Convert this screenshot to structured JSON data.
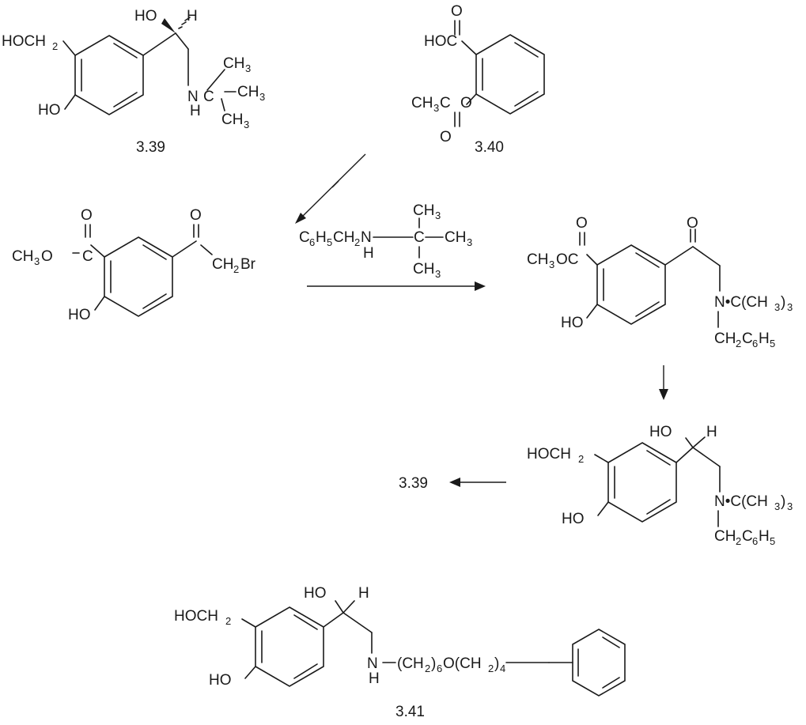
{
  "compounds": {
    "c339": {
      "id": "3.39",
      "labels": {
        "hoch2_left": "HOCH",
        "hoch2_sub": "2",
        "ho_ring": "HO",
        "ho_side": "HO",
        "h_stereo": "H",
        "nh_n": "N",
        "nh_h": "H",
        "c_quat": "C",
        "ch3_a": "CH",
        "ch3_b": "CH",
        "ch3_c": "CH",
        "sub3": "3"
      }
    },
    "c340": {
      "id": "3.40",
      "labels": {
        "o_top": "O",
        "hoc": "HOC",
        "o_ester": "O",
        "ch3c": "CH",
        "ch3c_c": "C",
        "o_bottom": "O",
        "sub3": "3"
      }
    },
    "bromoketone": {
      "labels": {
        "o_ester": "O",
        "o_ketone": "O",
        "ch3o": "CH",
        "ch3o_o": "O",
        "c_ester": "C",
        "ch2br": "CH",
        "ch2br_br": "Br",
        "ho": "HO",
        "sub3": "3",
        "sub2": "2"
      }
    },
    "amine_reagent": {
      "labels": {
        "c6h5": "C",
        "c6h5_h": "H",
        "ch2n": "CH",
        "n": "N",
        "h": "H",
        "c": "C",
        "ch3_top": "CH",
        "ch3_right": "CH",
        "ch3_bottom": "CH",
        "sub6": "6",
        "sub5": "5",
        "sub2": "2",
        "sub3": "3"
      }
    },
    "aminoketone": {
      "labels": {
        "o_ester": "O",
        "o_ketone": "O",
        "ch3oc": "CH",
        "ch3oc_oc": "OC",
        "ho": "HO",
        "n_dot": "N•C(CH",
        "close": ")",
        "ch2c6h5": "CH",
        "c6": "C",
        "h5": "H",
        "sub3": "3",
        "sub2": "2",
        "sub6": "6",
        "sub5": "5"
      }
    },
    "aminoalcohol": {
      "labels": {
        "ho_side": "HO",
        "h": "H",
        "hoch2": "HOCH",
        "ho_ring": "HO",
        "n_dot": "N•C(CH",
        "close": ")",
        "ch2c6h5": "CH",
        "c6": "C",
        "h5": "H",
        "sub3": "3",
        "sub2": "2",
        "sub6": "6",
        "sub5": "5"
      }
    },
    "c341": {
      "id": "3.41",
      "labels": {
        "ho_side": "HO",
        "h": "H",
        "hoch2": "HOCH",
        "ho_ring": "HO",
        "n": "N",
        "nh": "H",
        "chain1": "(CH",
        "chain2": ")",
        "chain3": "O(CH",
        "chain4": ")",
        "sub2": "2",
        "sub6": "6",
        "sub4": "4"
      }
    }
  },
  "final_product_label": "3.39"
}
